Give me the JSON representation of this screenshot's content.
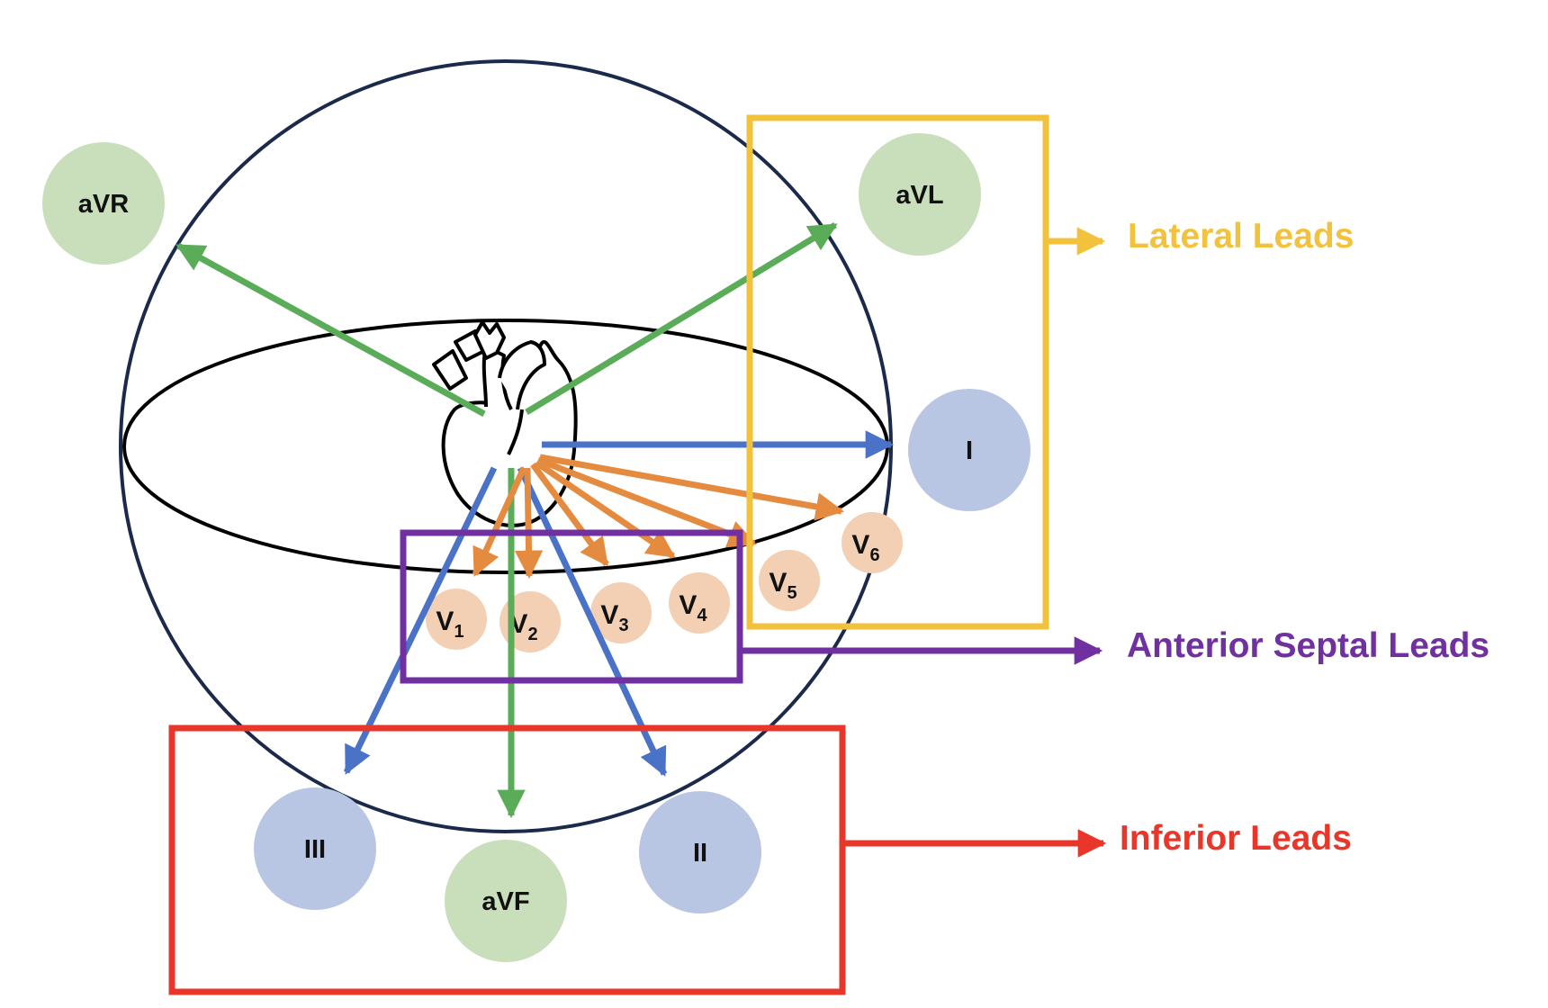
{
  "colors": {
    "green_node": "#c9dfbb",
    "blue_node": "#b8c6e4",
    "orange_node": "#f3cfb4",
    "green_arrow": "#5aac58",
    "blue_arrow": "#4a73c8",
    "orange_arrow": "#e58b3f",
    "yellow": "#f2c23d",
    "purple": "#7030a0",
    "red": "#e8372a",
    "sphere": "#1b2a4a"
  },
  "limb_leads": {
    "avr": "aVR",
    "avl": "aVL",
    "i": "I",
    "iii": "III",
    "avf": "aVF",
    "ii": "II"
  },
  "chest_leads": {
    "v1": {
      "letter": "V",
      "sub": "1"
    },
    "v2": {
      "letter": "V",
      "sub": "2"
    },
    "v3": {
      "letter": "V",
      "sub": "3"
    },
    "v4": {
      "letter": "V",
      "sub": "4"
    },
    "v5": {
      "letter": "V",
      "sub": "5"
    },
    "v6": {
      "letter": "V",
      "sub": "6"
    }
  },
  "groups": {
    "lateral": "Lateral Leads",
    "anterior_septal": "Anterior Septal Leads",
    "inferior": "Inferior Leads"
  }
}
